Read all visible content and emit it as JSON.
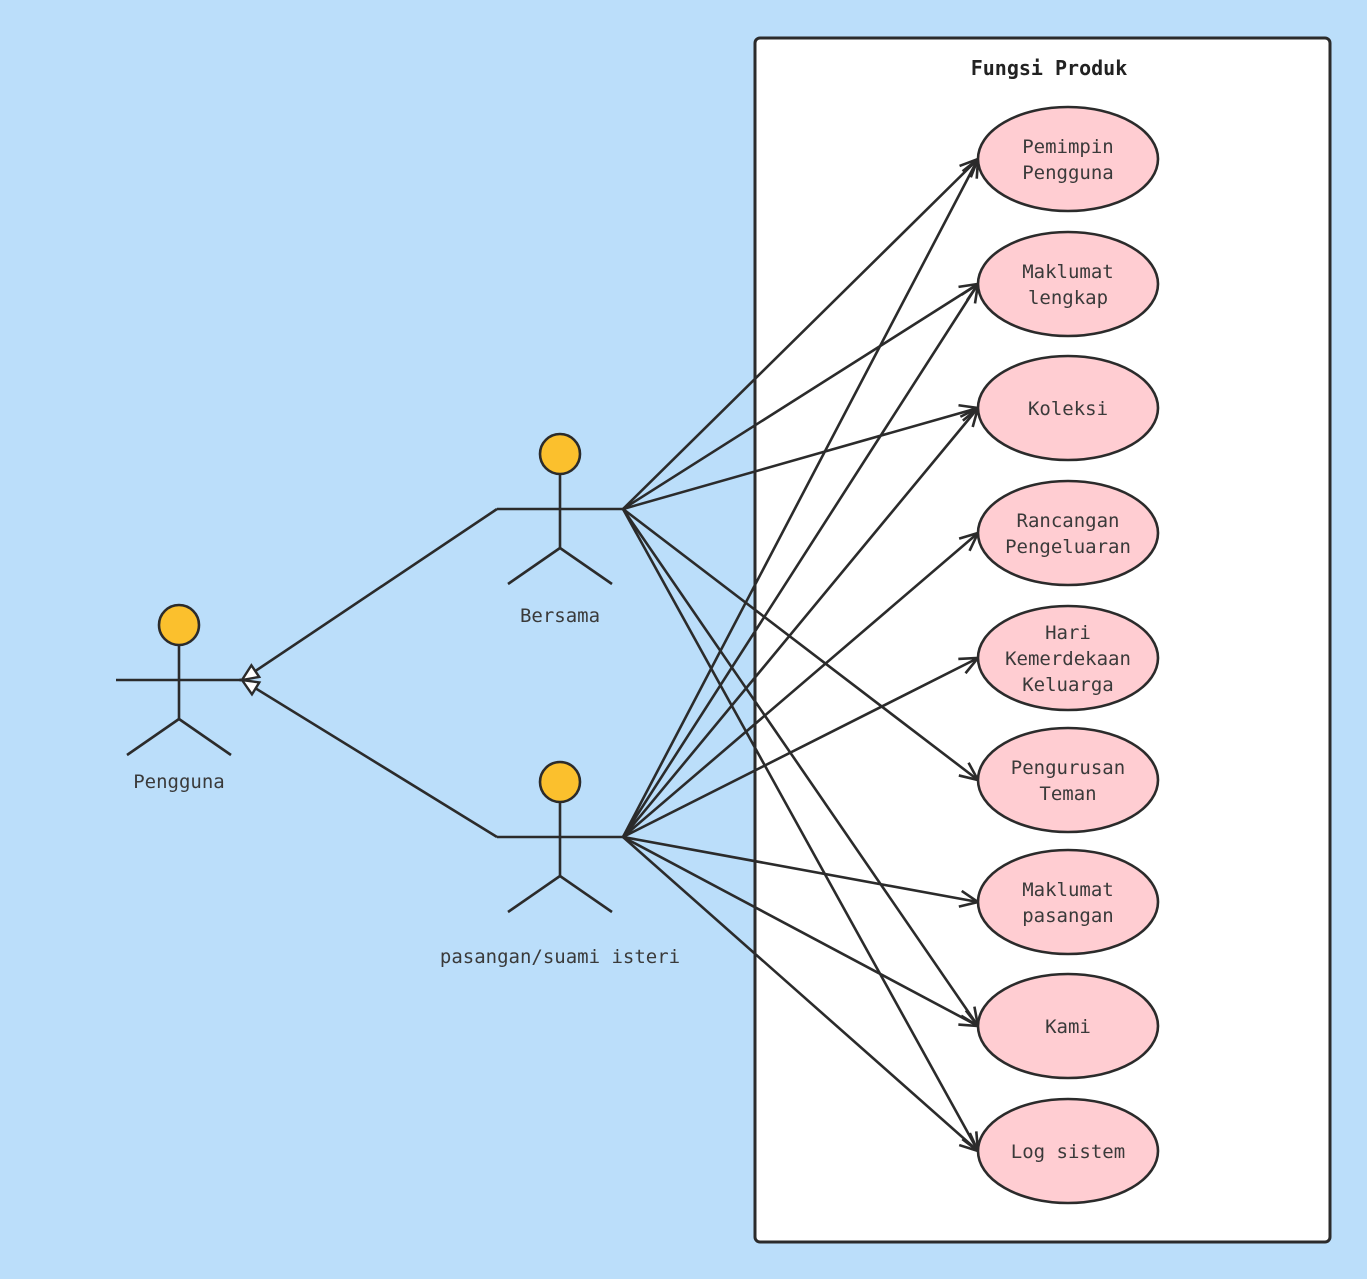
{
  "colors": {
    "background": "#bbdefa",
    "boundary_fill": "#ffffff",
    "boundary_stroke": "#2b2b2b",
    "actor_head": "#fbc02d",
    "usecase_fill": "#ffcdd2",
    "line": "#2b2b2b"
  },
  "boundary": {
    "title": "Fungsi Produk"
  },
  "actors": [
    {
      "id": "pengguna",
      "label": "Pengguna"
    },
    {
      "id": "bersama",
      "label": "Bersama"
    },
    {
      "id": "pasangan",
      "label": "pasangan/suami isteri"
    }
  ],
  "use_cases": [
    {
      "id": "uc1",
      "lines": [
        "Pemimpin",
        "Pengguna"
      ]
    },
    {
      "id": "uc2",
      "lines": [
        "Maklumat",
        "lengkap"
      ]
    },
    {
      "id": "uc3",
      "lines": [
        "Koleksi"
      ]
    },
    {
      "id": "uc4",
      "lines": [
        "Rancangan",
        "Pengeluaran"
      ]
    },
    {
      "id": "uc5",
      "lines": [
        "Hari",
        "Kemerdekaan",
        "Keluarga"
      ]
    },
    {
      "id": "uc6",
      "lines": [
        "Pengurusan",
        "Teman"
      ]
    },
    {
      "id": "uc7",
      "lines": [
        "Maklumat",
        "pasangan"
      ]
    },
    {
      "id": "uc8",
      "lines": [
        "Kami"
      ]
    },
    {
      "id": "uc9",
      "lines": [
        "Log sistem"
      ]
    }
  ],
  "generalizations": [
    {
      "from": "bersama",
      "to": "pengguna"
    },
    {
      "from": "pasangan",
      "to": "pengguna"
    }
  ],
  "associations": [
    {
      "from": "bersama",
      "to": "uc1"
    },
    {
      "from": "bersama",
      "to": "uc2"
    },
    {
      "from": "bersama",
      "to": "uc3"
    },
    {
      "from": "bersama",
      "to": "uc6"
    },
    {
      "from": "bersama",
      "to": "uc8"
    },
    {
      "from": "bersama",
      "to": "uc9"
    },
    {
      "from": "pasangan",
      "to": "uc1"
    },
    {
      "from": "pasangan",
      "to": "uc2"
    },
    {
      "from": "pasangan",
      "to": "uc3"
    },
    {
      "from": "pasangan",
      "to": "uc4"
    },
    {
      "from": "pasangan",
      "to": "uc5"
    },
    {
      "from": "pasangan",
      "to": "uc7"
    },
    {
      "from": "pasangan",
      "to": "uc8"
    },
    {
      "from": "pasangan",
      "to": "uc9"
    }
  ]
}
